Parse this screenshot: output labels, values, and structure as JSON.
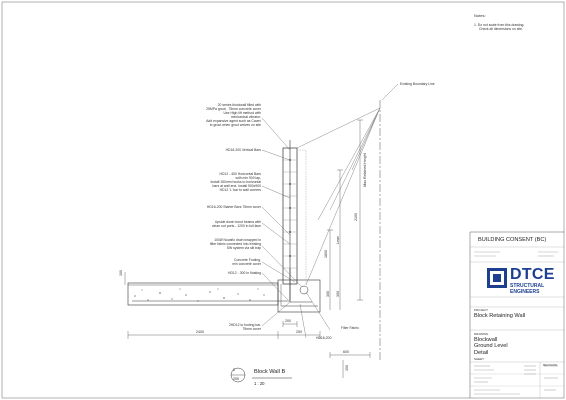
{
  "notes": {
    "title": "Notes:",
    "item_1_a": "1.    Do not scale from this drawing.",
    "item_1_b": "Check all dimensions on site."
  },
  "callouts": {
    "boundary": "Existing Boundary Line",
    "blockwall_1": "20 series blockwall filled with",
    "blockwall_2": "25MPa grout , 75mm concrete cover",
    "blockwall_3": "Use High lift method with",
    "blockwall_4": "mechanical vibrator.",
    "blockwall_5": "Add expansive agent such as Cavex",
    "blockwall_6": "to grout when grout arrives on site",
    "vert_bars": "HD16-200 Vertical Bars",
    "horiz_1": "HD12 - 400 Horizontal Bars",
    "horiz_2": "with min 900 lap.",
    "horiz_3": "Install 150mm hooks to horizontal",
    "horiz_4": "bars at wall end. Install 900x900",
    "horiz_5": "HD12 'L' bar to wall corners",
    "starter": "HD16-200 Starter Bars  75mm cover",
    "bond_1": "Upside down bond beams with",
    "bond_2": "clean out ports - 1200 in full face",
    "drain_1": "100Ø  Novaflo drain wrapped in",
    "drain_2": "filter fabric connected into existing",
    "drain_3": "SW system via silt trap",
    "concrete_1": "Concrete Footing,",
    "concrete_2": "min concrete cover",
    "tiebars": "HD12 - 300 In floating",
    "tie_1": "2HD12 to footing bar,",
    "tie_2": "75mm cover",
    "filter": "Filter Fabric",
    "hd16": "HD16-200"
  },
  "dimensions": {
    "d100": "100",
    "d2400": "2400",
    "d250": "250",
    "d200": "200",
    "d300": "300",
    "d1800": "1800",
    "d2100": "2100",
    "d600": "600",
    "d150": "150",
    "lean": "Lean",
    "max_retained": "Max Retained Height",
    "d300b": "300"
  },
  "detail": {
    "tag_top": "2",
    "tag_bot": "200",
    "title": "Block Wall B",
    "scale": "1 : 20"
  },
  "title_block": {
    "consent": "BUILDING CONSENT (BC)",
    "logo_main": "DTCE",
    "logo_sub": "STRUCTURAL ENGINEERS",
    "project": "Block Retaining Wall",
    "drawing_1": "Blockwall",
    "drawing_2": "Ground Level",
    "drawing_3": "Detail",
    "project_label": "PROJECT",
    "drawing_label": "DRAWING",
    "sheet_label": "SHEET",
    "rev_label": "REVISION"
  },
  "colors": {
    "line": "#333333",
    "light_line": "#888888",
    "brand_blue": "#1d3f8f",
    "soil_hatch": "#9a9a9a"
  }
}
